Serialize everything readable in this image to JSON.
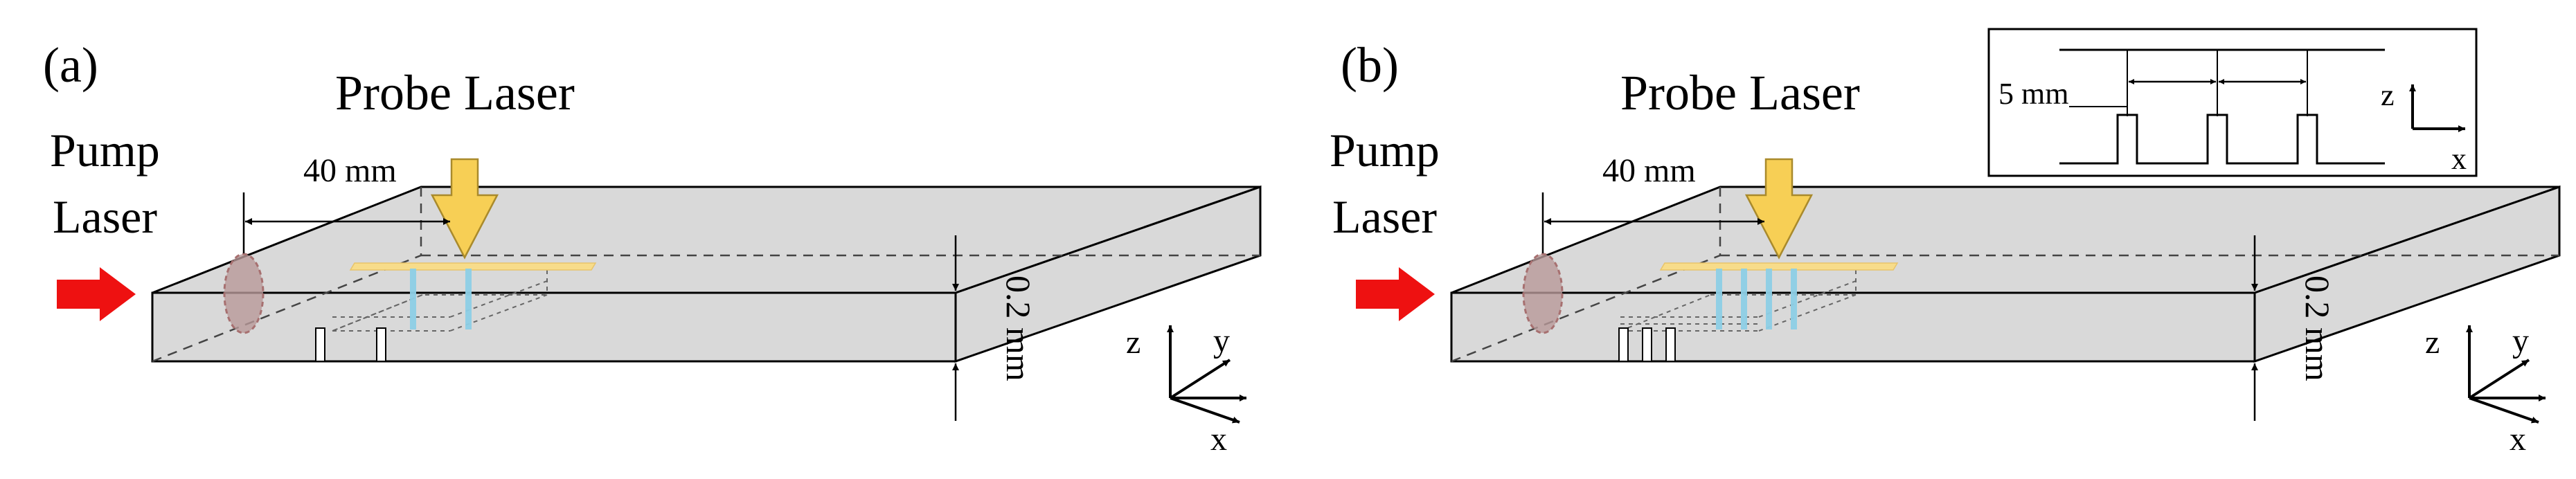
{
  "panel_a": {
    "label": "(a)",
    "pump_laser_line1": "Pump",
    "pump_laser_line2": "Laser",
    "probe_laser": "Probe Laser",
    "distance": "40 mm",
    "thickness": "0.2 mm",
    "axes": {
      "z": "z",
      "y": "y",
      "x": "x"
    }
  },
  "panel_b": {
    "label": "(b)",
    "pump_laser_line1": "Pump",
    "pump_laser_line2": "Laser",
    "probe_laser": "Probe Laser",
    "distance": "40 mm",
    "thickness": "0.2 mm",
    "axes": {
      "z": "z",
      "y": "y",
      "x": "x"
    },
    "inset": {
      "spacing": "5 mm",
      "axes": {
        "z": "z",
        "x": "x"
      }
    }
  },
  "colors": {
    "slab_fill": "#d9d9d9",
    "pump_arrow": "#ee1111",
    "probe_arrow": "#f7cf55",
    "probe_beam": "#f7dc8a",
    "grating_lines": "#8dcfe6",
    "pump_spot": "#a77070"
  }
}
